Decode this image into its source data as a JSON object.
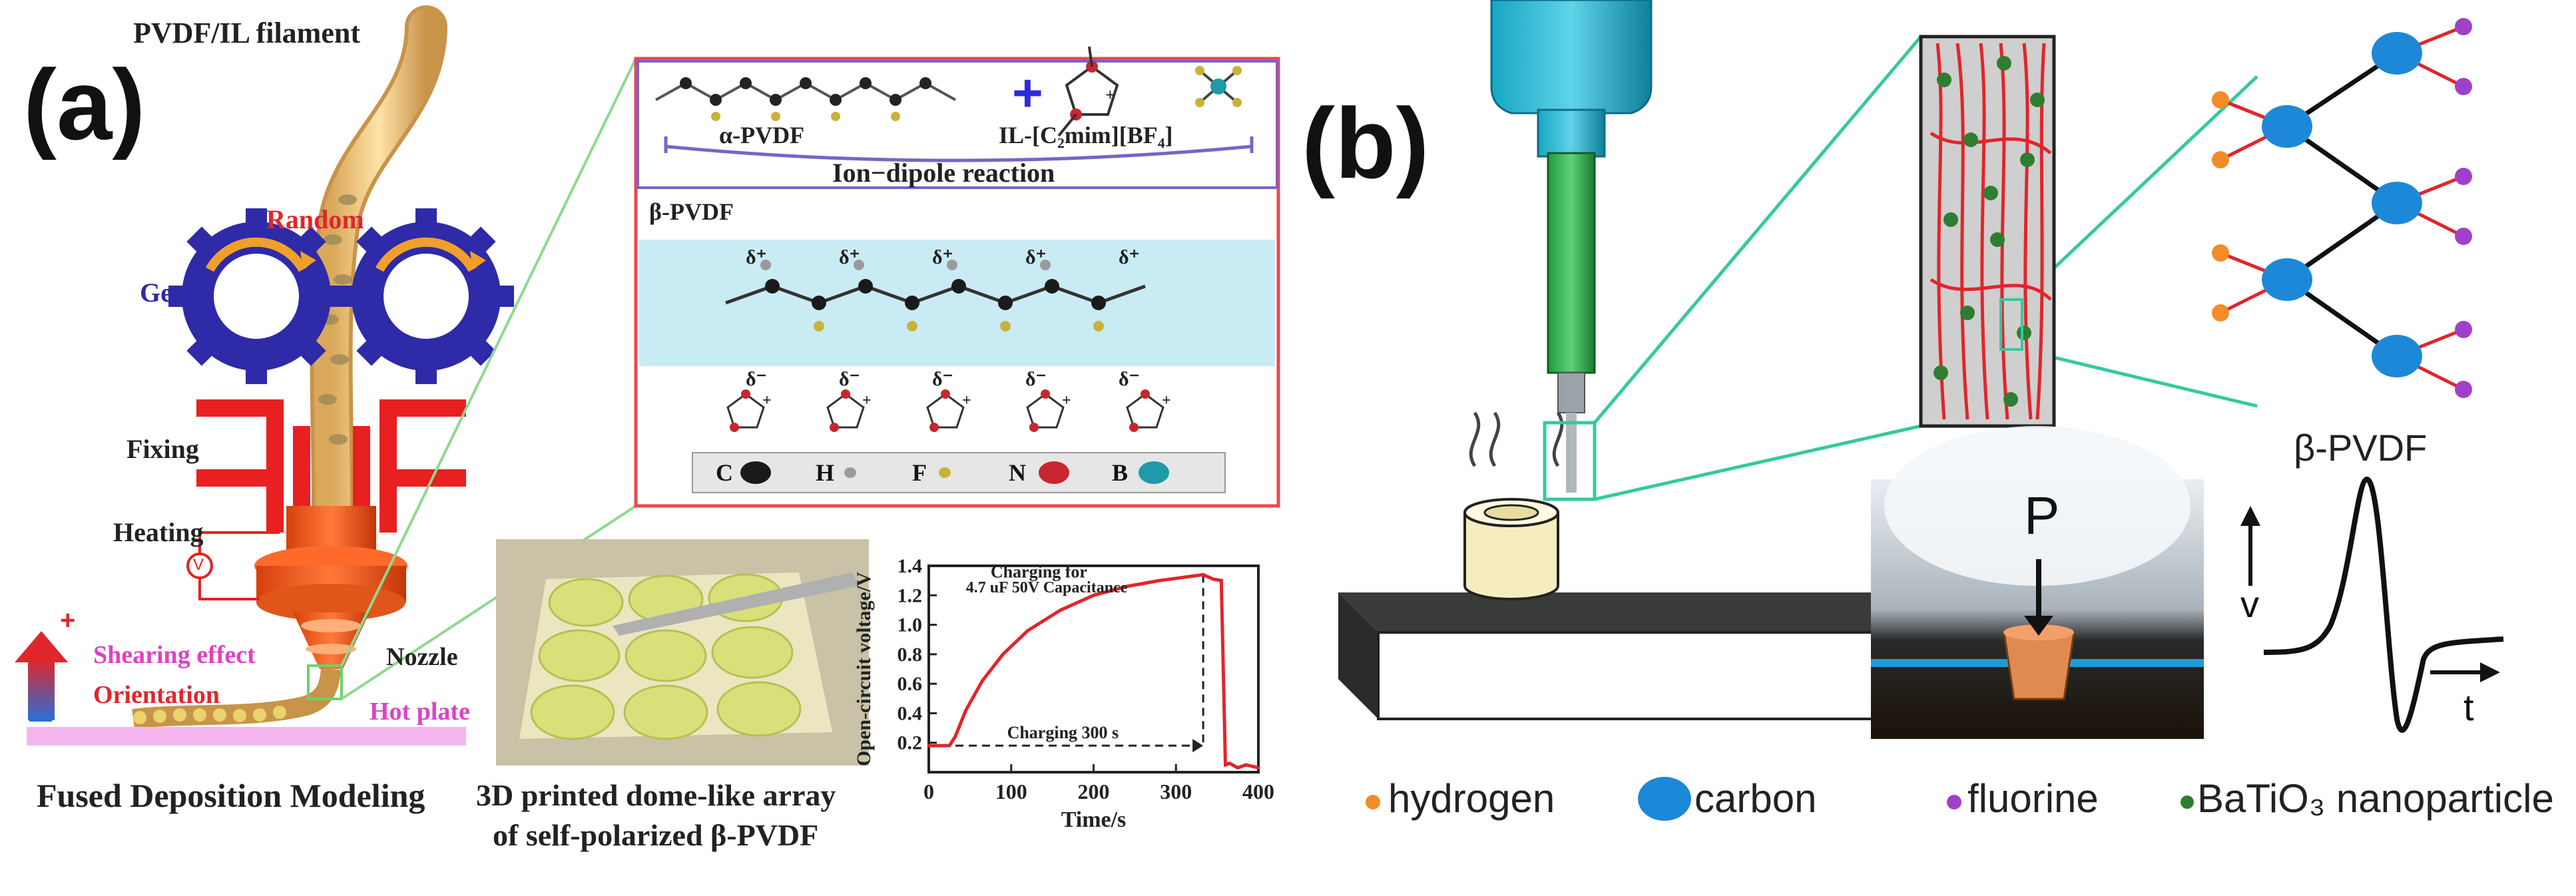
{
  "panel_a": {
    "tag": "(a)",
    "filament_label": "PVDF/IL filament",
    "random_label": "Random",
    "gear_label": "Gear",
    "fixing_label": "Fixing",
    "heating_label": "Heating",
    "voltmeter_symbol": "V",
    "shearing_label": "Shearing effect",
    "orientation_label": "Orientation",
    "nozzle_label": "Nozzle",
    "hot_plate_label": "Hot plate",
    "fdm_label": "Fused Deposition Modeling",
    "alpha_pvdf_label": "α-PVDF",
    "plus_sign": "+",
    "il_label": "IL-[C₂mim][BF₄]",
    "ion_dipole_label": "Ion−dipole reaction",
    "beta_pvdf_label": "β-PVDF",
    "delta_plus": "δ⁺",
    "delta_minus": "δ⁻",
    "ring_charge": "+",
    "legend_atoms": [
      {
        "symbol": "C",
        "color": "#1a1a1a"
      },
      {
        "symbol": "H",
        "color": "#9a9a9a"
      },
      {
        "symbol": "F",
        "color": "#c8b23a"
      },
      {
        "symbol": "N",
        "color": "#c8262f"
      },
      {
        "symbol": "B",
        "color": "#1f9aa8"
      }
    ],
    "photo_caption_line1": "3D printed dome-like array",
    "photo_caption_line2": "of self-polarized β-PVDF"
  },
  "panel_b": {
    "tag": "(b)",
    "beta_label": "β-PVDF",
    "force_label": "P",
    "v_axis": "v",
    "t_axis": "t",
    "legend": [
      {
        "label": "hydrogen",
        "color": "#f28c28"
      },
      {
        "label": "carbon",
        "color": "#1e88d8"
      },
      {
        "label": "fluorine",
        "color": "#a040c8"
      },
      {
        "label": "BaTiO₃ nanoparticle",
        "color": "#2f7d32"
      }
    ]
  },
  "chart_data": {
    "type": "line",
    "xlabel": "Time/s",
    "ylabel": "Open-circuit voltage/V",
    "xlim": [
      0,
      400
    ],
    "ylim": [
      0,
      1.4
    ],
    "xticks": [
      0,
      100,
      200,
      300,
      400
    ],
    "yticks": [
      0.2,
      0.4,
      0.6,
      0.8,
      1.0,
      1.2,
      1.4
    ],
    "series_color": "#e0262b",
    "annotation_charging_line1": "Charging for",
    "annotation_charging_line2": "4.7 uF 50V Capacitance",
    "annotation_duration": "Charging 300 s",
    "x": [
      0,
      25,
      32,
      45,
      65,
      90,
      120,
      160,
      200,
      240,
      280,
      320,
      333,
      345,
      355,
      360,
      365,
      375,
      385,
      400
    ],
    "y": [
      0.18,
      0.18,
      0.24,
      0.42,
      0.62,
      0.8,
      0.96,
      1.1,
      1.2,
      1.26,
      1.3,
      1.33,
      1.34,
      1.31,
      1.3,
      0.05,
      0.06,
      0.03,
      0.05,
      0.03
    ]
  }
}
